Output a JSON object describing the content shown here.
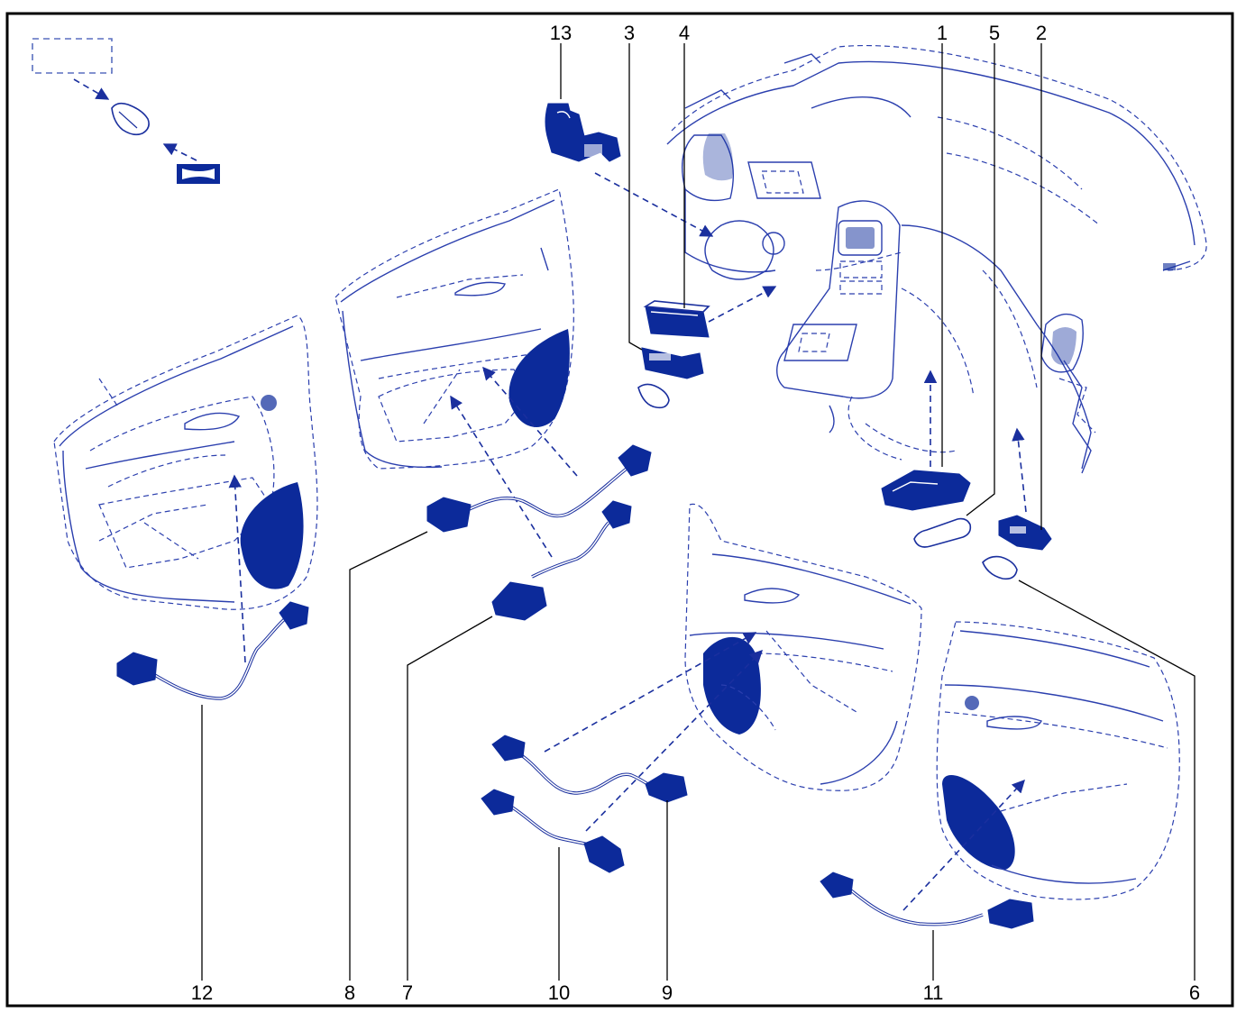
{
  "callouts": [
    {
      "id": "c13",
      "text": "13"
    },
    {
      "id": "c3",
      "text": "3"
    },
    {
      "id": "c4",
      "text": "4"
    },
    {
      "id": "c1",
      "text": "1"
    },
    {
      "id": "c5",
      "text": "5"
    },
    {
      "id": "c2",
      "text": "2"
    },
    {
      "id": "c12",
      "text": "12"
    },
    {
      "id": "c8",
      "text": "8"
    },
    {
      "id": "c7",
      "text": "7"
    },
    {
      "id": "c10",
      "text": "10"
    },
    {
      "id": "c9",
      "text": "9"
    },
    {
      "id": "c11",
      "text": "11"
    },
    {
      "id": "c6",
      "text": "6"
    }
  ],
  "colors": {
    "line": "#1a2f9e",
    "fill": "#0c2a9a",
    "frame": "#000000",
    "background": "#ffffff"
  }
}
